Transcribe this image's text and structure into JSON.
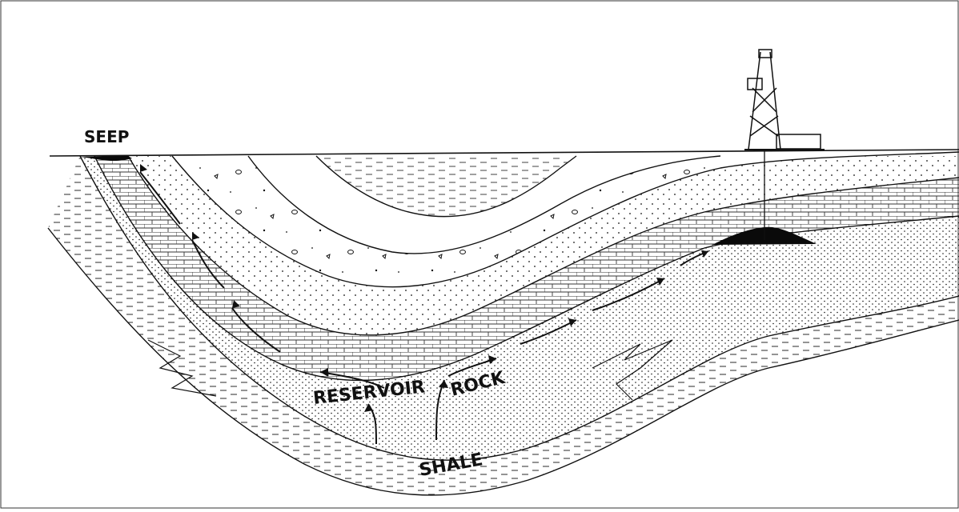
{
  "diagram": {
    "labels": {
      "seep": "SEEP",
      "reservoir_rock_1": "RESERVOIR",
      "reservoir_rock_2": "ROCK",
      "shale": "SHALE"
    },
    "colors": {
      "ink": "#111111",
      "background": "#ffffff",
      "oil": "#0a0a0a"
    },
    "icons": [
      "drilling-rig-icon",
      "oil-flow-arrow-icon"
    ]
  }
}
